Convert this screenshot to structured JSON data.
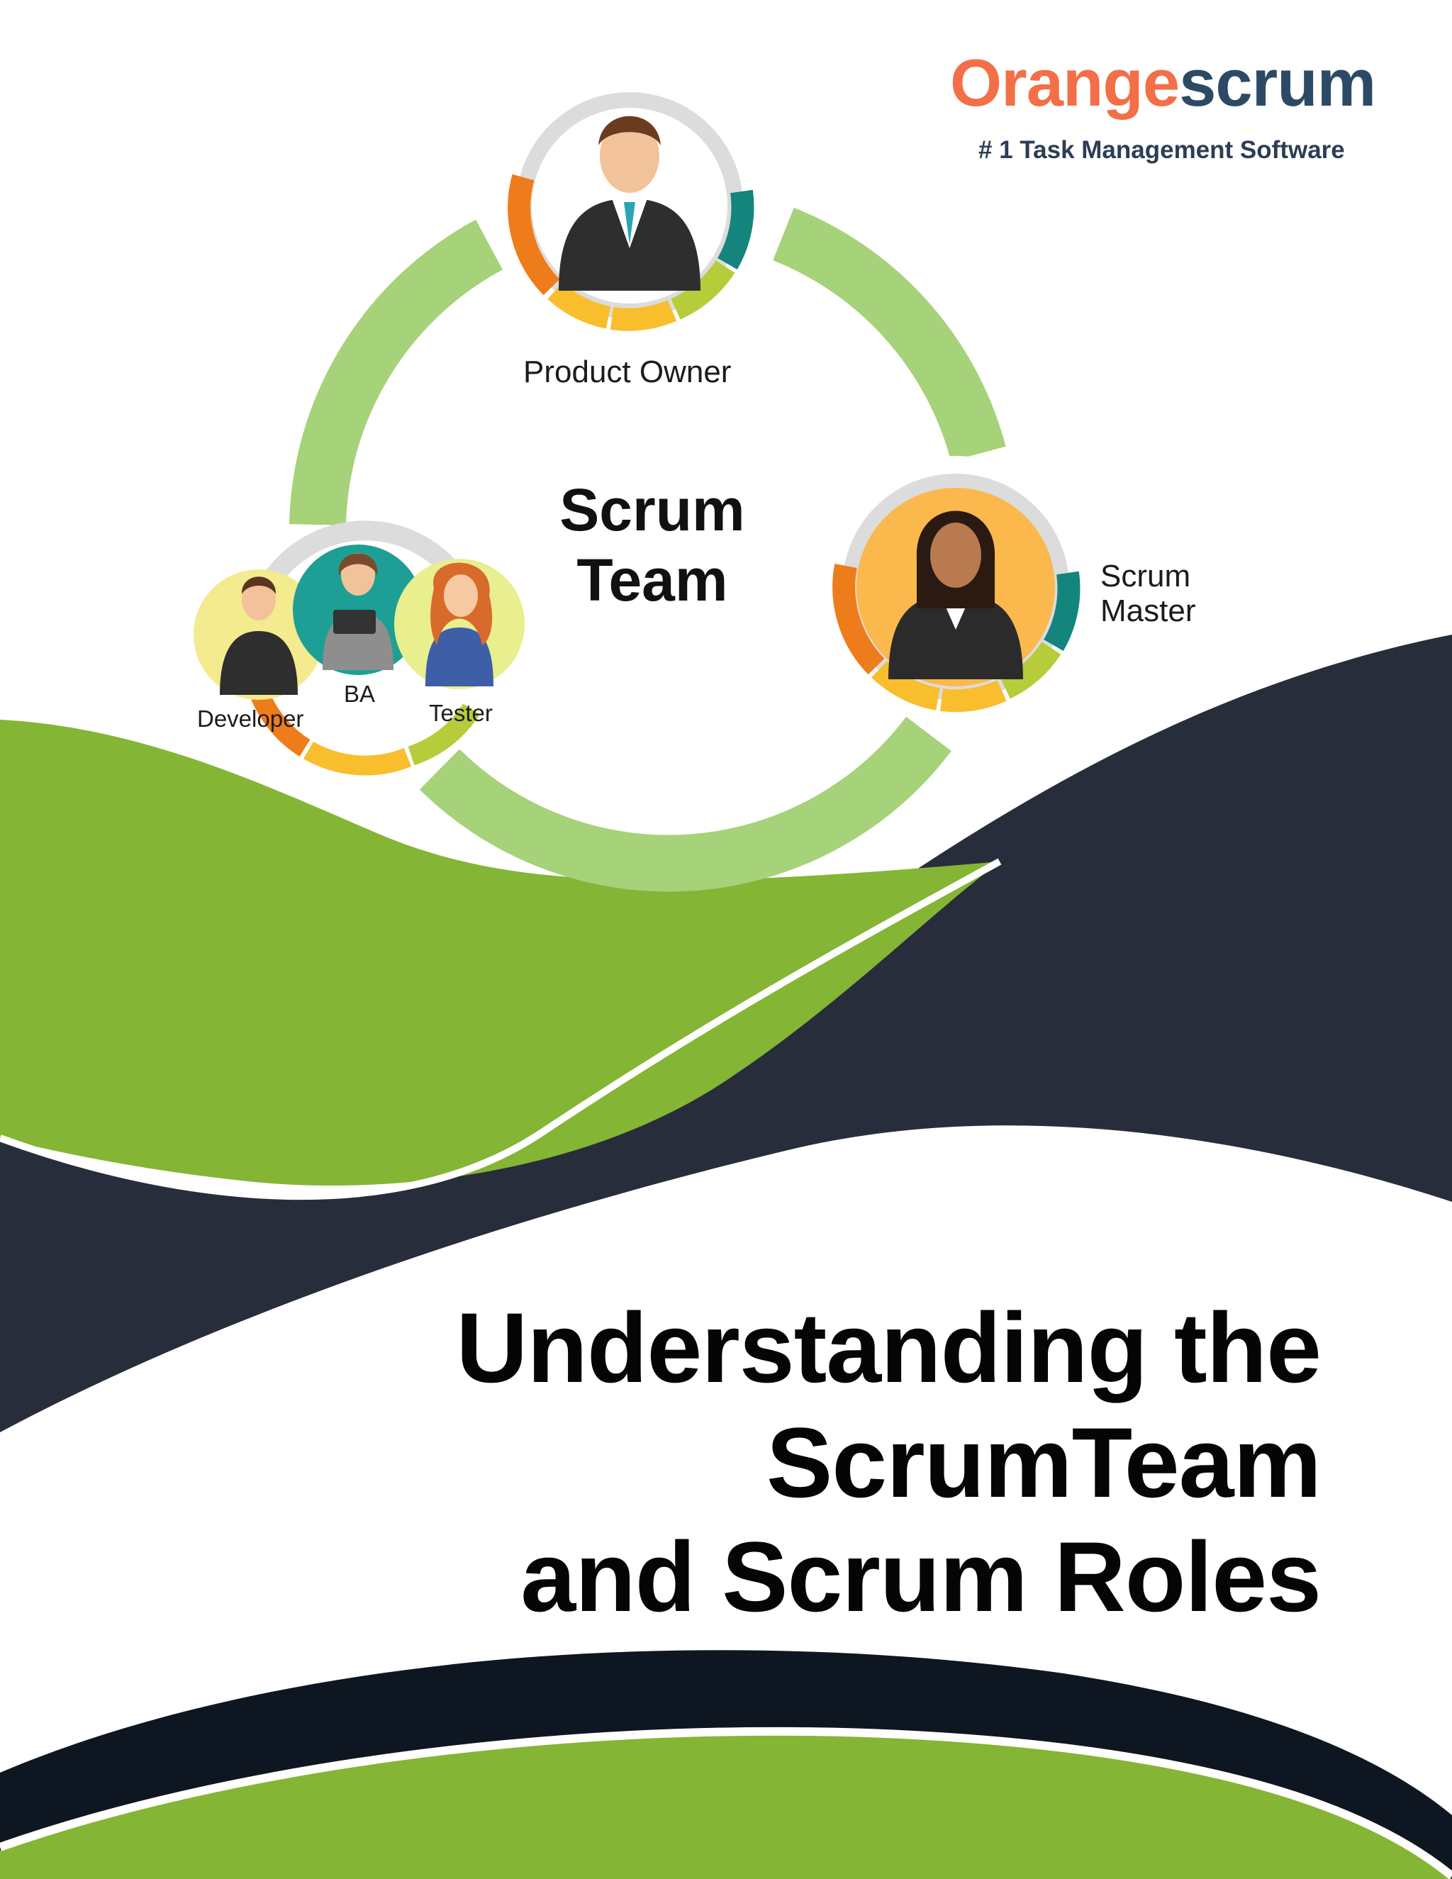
{
  "brand": {
    "name_part1": "Orange",
    "name_part2": "scrum",
    "tagline": "# 1 Task Management Software"
  },
  "diagram": {
    "center_title_line1": "Scrum",
    "center_title_line2": "Team",
    "roles": {
      "product_owner": "Product Owner",
      "scrum_master_line1": "Scrum",
      "scrum_master_line2": "Master",
      "developer": "Developer",
      "ba": "BA",
      "tester": "Tester"
    }
  },
  "document": {
    "title_line1": "Understanding the",
    "title_line2": "ScrumTeam",
    "title_line3": "and Scrum Roles"
  },
  "colors": {
    "green": "#84b535",
    "light_green": "#a6d27a",
    "navy": "#272d3a",
    "orange": "#f26f47",
    "ring_orange": "#ef7c1a",
    "ring_yellow": "#f8be2e",
    "ring_lime": "#b7cc3a",
    "ring_teal": "#13857c"
  }
}
